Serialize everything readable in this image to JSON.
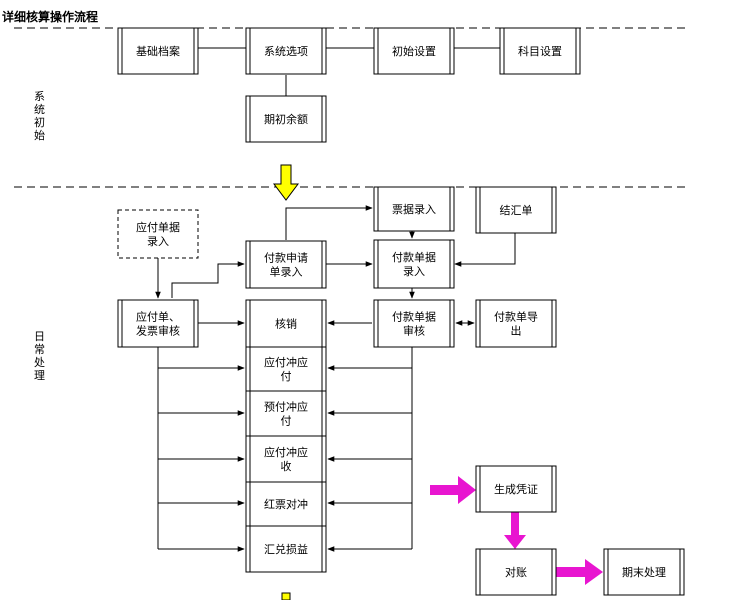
{
  "title": "详细核算操作流程",
  "sections": {
    "init": "系统初始",
    "daily": "日常处理"
  },
  "boxes": {
    "basic_archive": "基础档案",
    "system_options": "系统选项",
    "initial_settings": "初始设置",
    "account_settings": "科目设置",
    "opening_balance": "期初余额",
    "payable_doc_entry": "应付单据录入",
    "payable_invoice_review": "应付单、发票审核",
    "payment_request_entry": "付款申请单录入",
    "bill_entry": "票据录入",
    "settlement_note": "结汇单",
    "payment_doc_entry": "付款单据录入",
    "verification": "核销",
    "payment_doc_review": "付款单据审核",
    "payment_export": "付款单导出",
    "payable_offset_payable": "应付冲应付",
    "prepaid_offset_payable": "预付冲应付",
    "payable_offset_receivable": "应付冲应收",
    "red_offset": "红票对冲",
    "fx_gain_loss": "汇兑损益",
    "generate_voucher": "生成凭证",
    "reconciliation": "对账",
    "period_end": "期末处理"
  },
  "colors": {
    "highlight": "#1EB4E8",
    "yellow_arrow": "#FFFF00",
    "magenta_arrow": "#E815D0"
  }
}
